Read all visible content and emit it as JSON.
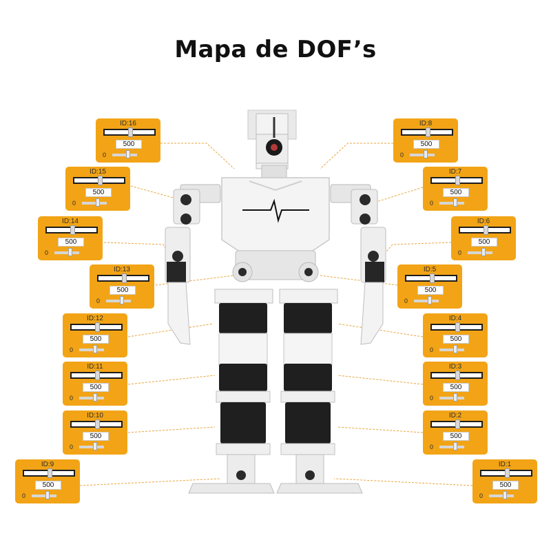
{
  "title": "Mapa de DOF’s",
  "servos": [
    {
      "id": "ID:16",
      "value": "500",
      "min": "0"
    },
    {
      "id": "ID:15",
      "value": "500",
      "min": "0"
    },
    {
      "id": "ID:14",
      "value": "500",
      "min": "0"
    },
    {
      "id": "ID:13",
      "value": "500",
      "min": "0"
    },
    {
      "id": "ID:12",
      "value": "500",
      "min": "0"
    },
    {
      "id": "ID:11",
      "value": "500",
      "min": "0"
    },
    {
      "id": "ID:10",
      "value": "500",
      "min": "0"
    },
    {
      "id": "ID:9",
      "value": "500",
      "min": "0"
    },
    {
      "id": "ID:8",
      "value": "500",
      "min": "0"
    },
    {
      "id": "ID:7",
      "value": "500",
      "min": "0"
    },
    {
      "id": "ID:6",
      "value": "500",
      "min": "0"
    },
    {
      "id": "ID:5",
      "value": "500",
      "min": "0"
    },
    {
      "id": "ID:4",
      "value": "500",
      "min": "0"
    },
    {
      "id": "ID:3",
      "value": "500",
      "min": "0"
    },
    {
      "id": "ID:2",
      "value": "500",
      "min": "0"
    },
    {
      "id": "ID:1",
      "value": "500",
      "min": "0"
    }
  ],
  "colors": {
    "panel": "#f2a416",
    "leader": "#e8a43a",
    "servo": "#1f1f1f",
    "frame": "#f1f1f1"
  }
}
